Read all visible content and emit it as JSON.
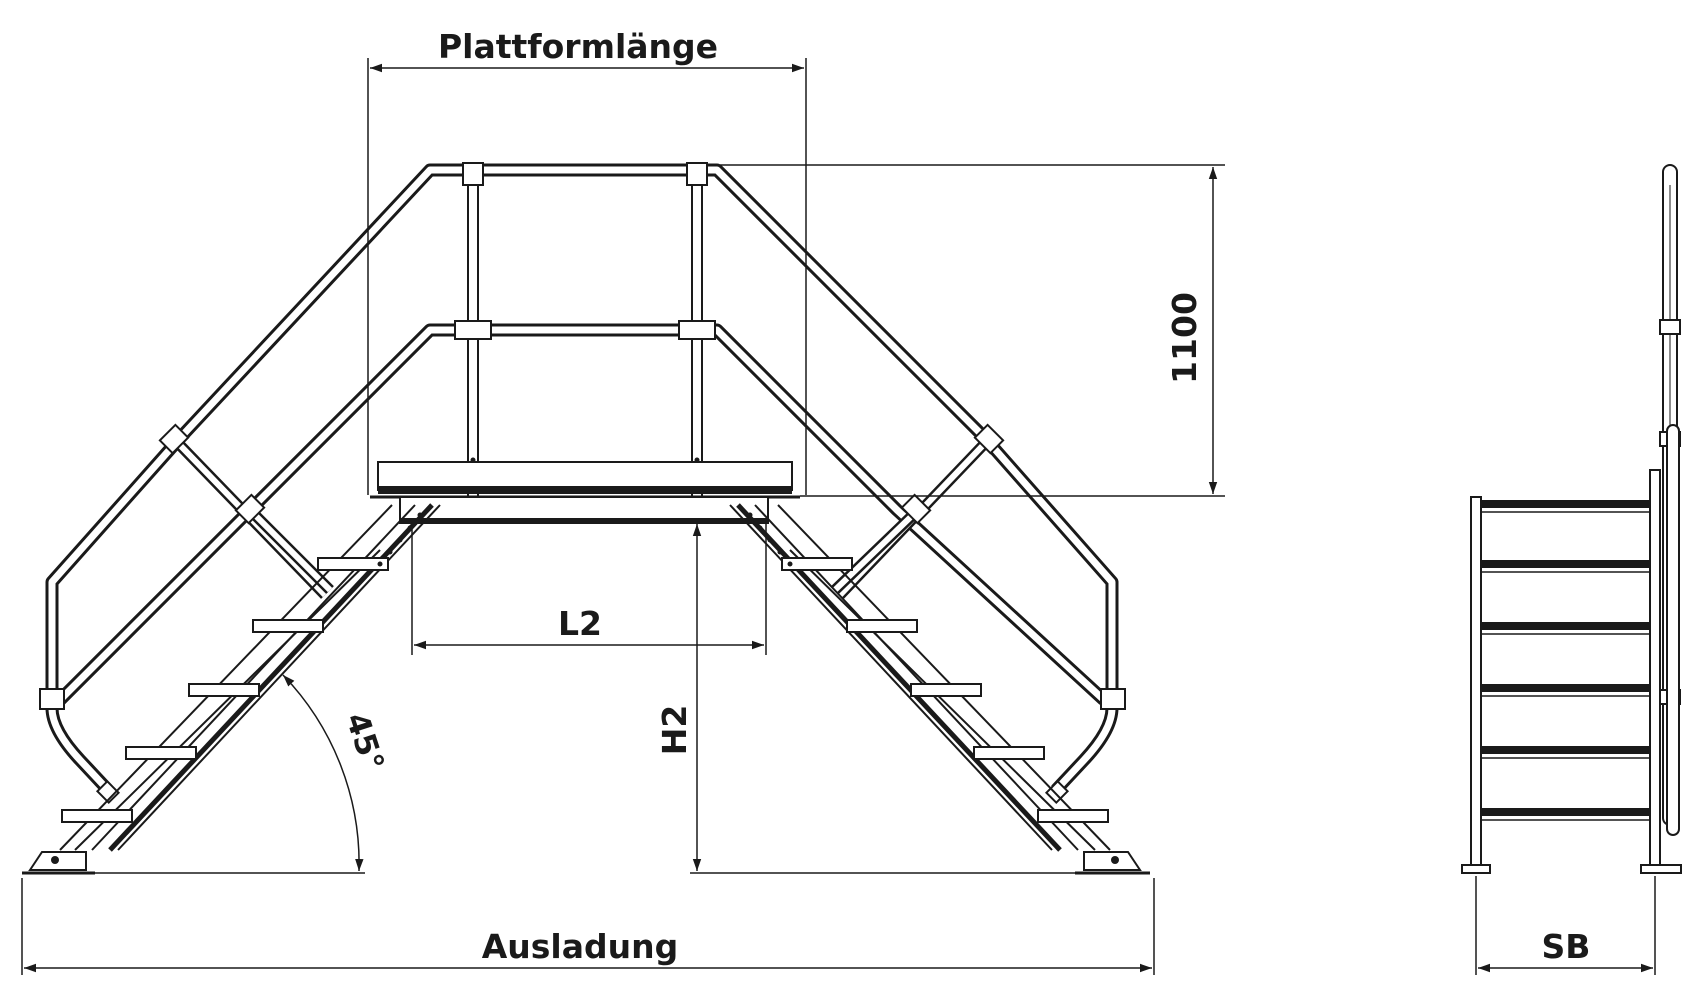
{
  "labels": {
    "plattformlaenge": "Plattformlänge",
    "hoehe_1100": "1100",
    "l2": "L2",
    "h2": "H2",
    "winkel": "45°",
    "ausladung": "Ausladung",
    "sb": "SB"
  },
  "colors": {
    "line": "#1a1a1a",
    "background": "#ffffff"
  }
}
